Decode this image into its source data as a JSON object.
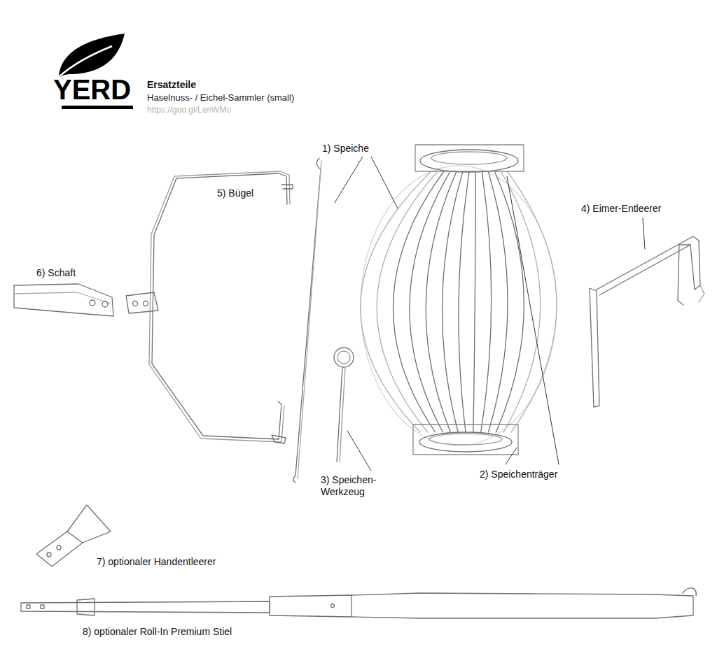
{
  "diagram": {
    "title": "Ersatzteile",
    "labels": [
      "YERD",
      "Haselnuss- / Eichel-Sammler (small)",
      "https://goo.gl/LenWMo",
      "1) Speiche",
      "5) Bügel",
      "4) Eimer-Entleerer",
      "6) Schaft",
      "3) Speichen- Werkzeug",
      "2) Speichenträger",
      "7) optionaler Handentleerer",
      "8) optionaler Roll-In Premium Stiel"
    ]
  }
}
